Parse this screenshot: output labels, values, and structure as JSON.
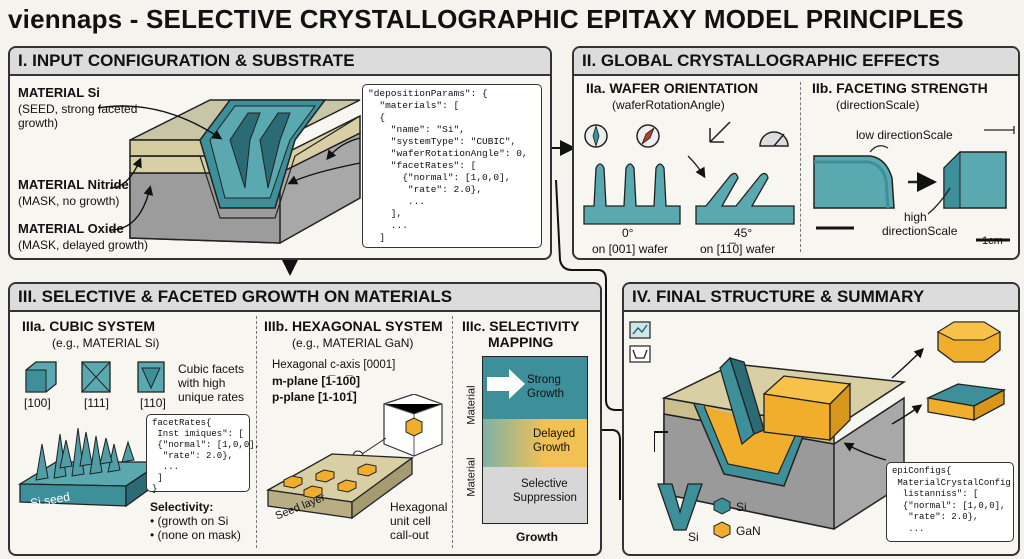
{
  "title": "viennaps - SELECTIVE CRYSTALLOGRAPHIC EPITAXY MODEL PRINCIPLES",
  "panel1": {
    "heading": "I. INPUT CONFIGURATION & SUBSTRATE",
    "si_title": "MATERIAL Si",
    "si_desc1": "(SEED, strong faceted",
    "si_desc2": "growth)",
    "nitride_title": "MATERIAL Nitride",
    "nitride_desc": "(MASK, no growth)",
    "oxide_title": "MATERIAL Oxide",
    "oxide_desc": "(MASK, delayed growth)",
    "code": [
      "\"depositionParams\": {",
      "  \"materials\": [",
      "  {",
      "    \"name\": \"Si\",",
      "    \"systemType\": \"CUBIC\",",
      "    \"waferRotationAngle\": 0,",
      "    \"facetRates\": [",
      "      {\"normal\": [1,0,0],",
      "       \"rate\": 2.0},",
      "       ...",
      "    ],",
      "    ...",
      "  ]"
    ]
  },
  "panel2": {
    "heading": "II. GLOBAL CRYSTALLOGRAPHIC EFFECTS",
    "a_title": "IIa. WAFER ORIENTATION",
    "a_sub": "(waferRotationAngle)",
    "angle0": "0°",
    "angle45": "45°",
    "wafer001": "on [001] wafer",
    "wafer110": "on [11̅0] wafer",
    "b_title": "IIb. FACETING STRENGTH",
    "b_sub": "(directionScale)",
    "low": "low directionScale",
    "high1": "high",
    "high2": "directionScale",
    "scale": "1cm"
  },
  "panel3": {
    "heading": "III. SELECTIVE & FACETED GROWTH ON MATERIALS",
    "a_title": "IIIa. CUBIC SYSTEM",
    "a_sub": "(e.g., MATERIAL Si)",
    "f100": "[100]",
    "f111": "[111]",
    "f110": "[110]",
    "cubic_note": [
      "Cubic facets",
      "with high",
      "unique rates"
    ],
    "code": [
      "facetRates{",
      " Inst imiques\": [",
      " {\"normal\": [1,0,0],",
      "  \"rate\": 2.0},",
      "  ...",
      " ]",
      "}"
    ],
    "seed": "Si seed",
    "sel_title": "Selectivity:",
    "sel1": "• (growth on Si",
    "sel2": "• (none on mask)",
    "b_title": "IIIb. HEXAGONAL SYSTEM",
    "b_sub": "(e.g., MATERIAL GaN)",
    "caxis": "Hexagonal c-axis [0001]",
    "mplane": "m-plane [1̅-10̅0]",
    "pplane": "p-plane  [1-101̅]",
    "seed_layer": "Seed layer",
    "hex_note": [
      "Hexagonal",
      "unit cell",
      "call-out"
    ],
    "c_title1": "IIIc. SELECTIVITY",
    "c_title2": "MAPPING",
    "strong": [
      "Strong",
      "Growth"
    ],
    "delayed": [
      "Delayed",
      "Growth"
    ],
    "suppress": [
      "Selective",
      "Suppression"
    ],
    "y1": "Material",
    "y2": "Material",
    "x": "Growth"
  },
  "panel4": {
    "heading": "IV. FINAL STRUCTURE & SUMMARY",
    "legend_si": "Si",
    "legend_gan": "GaN",
    "v_si": "Si",
    "code": [
      "epiConfigs{",
      " MaterialCrystalConfig",
      "  listanniss\": [",
      "  {\"normal\": [1,0,0],",
      "   \"rate\": 2.0},",
      "   ..."
    ]
  },
  "colors": {
    "teal": "#3d8f99",
    "teal_dark": "#2a6b75",
    "gold": "#f1ae2c",
    "tan": "#d9cfa4",
    "gray": "#a8a8a8"
  }
}
